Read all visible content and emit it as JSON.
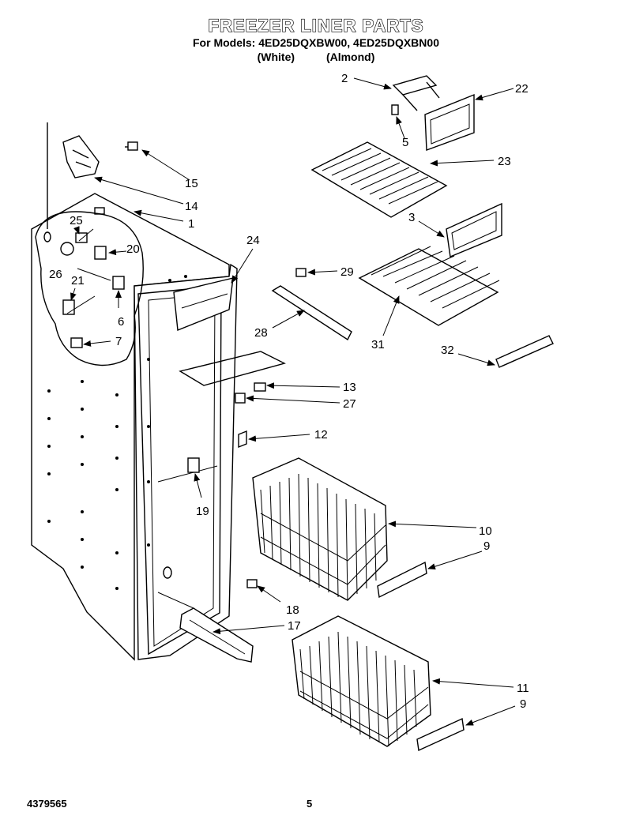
{
  "header": {
    "title": "FREEZER LINER PARTS",
    "models_line": "For Models: 4ED25DQXBW00, 4ED25DQXBN00",
    "color_white": "(White)",
    "color_almond": "(Almond)"
  },
  "footer": {
    "part_number": "4379565",
    "page_number": "5"
  },
  "callouts": {
    "c1": "1",
    "c2": "2",
    "c3": "3",
    "c5": "5",
    "c6": "6",
    "c7": "7",
    "c9a": "9",
    "c9b": "9",
    "c10": "10",
    "c11": "11",
    "c12": "12",
    "c13": "13",
    "c14": "14",
    "c15": "15",
    "c17": "17",
    "c18": "18",
    "c19": "19",
    "c20": "20",
    "c21": "21",
    "c22": "22",
    "c23": "23",
    "c24": "24",
    "c25": "25",
    "c26": "26",
    "c27": "27",
    "c28": "28",
    "c29": "29",
    "c31": "31",
    "c32": "32"
  }
}
